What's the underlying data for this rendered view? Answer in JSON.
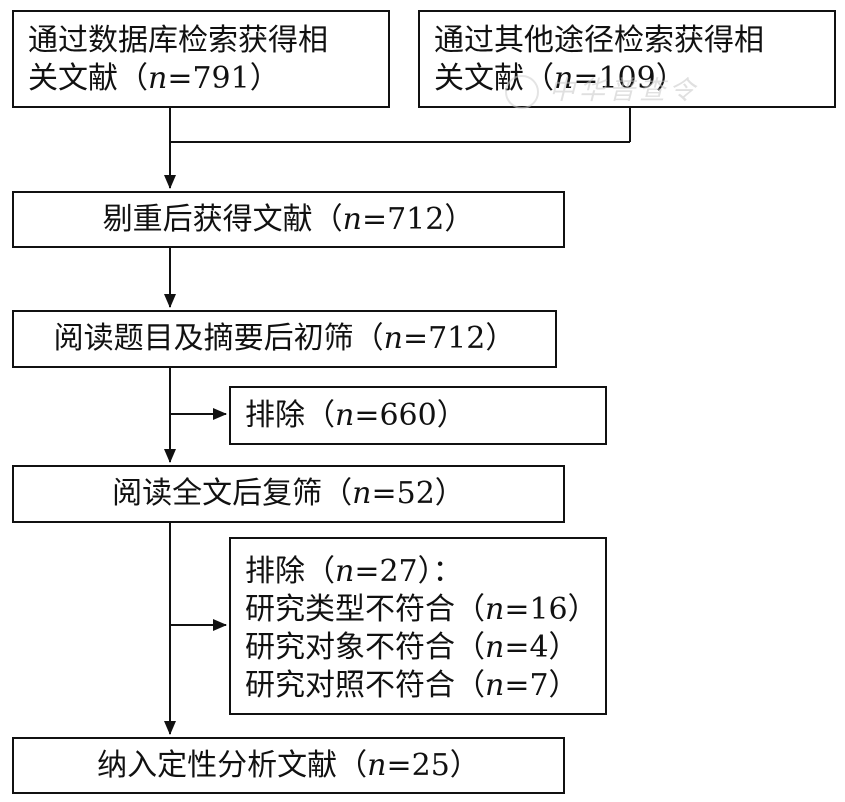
{
  "diagram": {
    "database_search": {
      "line1": "通过数据库检索获得相",
      "line2_prefix": "关文献（",
      "n_label": "n",
      "line2_value": "=791）"
    },
    "other_search": {
      "line1": "通过其他途径检索获得相",
      "line2_prefix": "关文献（",
      "n_label": "n",
      "line2_value": "=109）"
    },
    "deduplicated": {
      "prefix": "剔重后获得文献（",
      "n_label": "n",
      "value": "=712）"
    },
    "title_abstract_screen": {
      "prefix": "阅读题目及摘要后初筛（",
      "n_label": "n",
      "value": "=712）"
    },
    "excluded_first": {
      "prefix": "排除（",
      "n_label": "n",
      "value": "=660）"
    },
    "fulltext_screen": {
      "prefix": "阅读全文后复筛（",
      "n_label": "n",
      "value": "=52）"
    },
    "excluded_second": {
      "line1_prefix": "排除（",
      "line1_value": "=27）：",
      "line2_prefix": "研究类型不符合（",
      "line2_value": "=16）",
      "line3_prefix": "研究对象不符合（",
      "line3_value": "=4）",
      "line4_prefix": "研究对照不符合（",
      "line4_value": "=7）",
      "n_label": "n"
    },
    "included": {
      "prefix": "纳入定性分析文献（",
      "n_label": "n",
      "value": "=25）"
    },
    "watermark_text": "中华普查令"
  }
}
